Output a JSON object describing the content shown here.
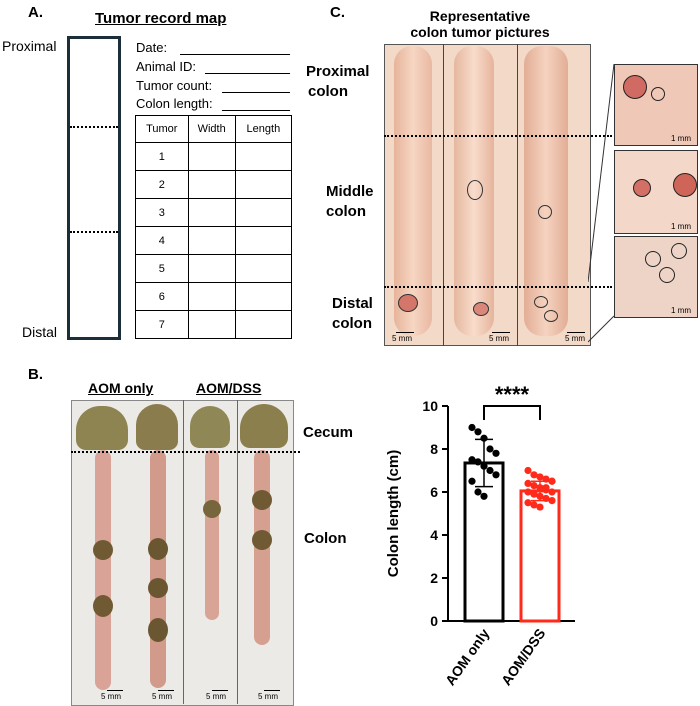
{
  "panelA": {
    "label": "A.",
    "title": "Tumor record map",
    "proximal": "Proximal",
    "distal": "Distal",
    "fields": [
      "Date:",
      "Animal ID:",
      "Tumor count:",
      "Colon length:"
    ],
    "table_headers": [
      "Tumor",
      "Width",
      "Length"
    ],
    "rows": [
      "1",
      "2",
      "3",
      "4",
      "5",
      "6",
      "7"
    ]
  },
  "panelB": {
    "label": "B.",
    "group1": "AOM only",
    "group2": "AOM/DSS",
    "cecum": "Cecum",
    "colon": "Colon",
    "scale": "5 mm"
  },
  "panelC": {
    "label": "C.",
    "title_line1": "Representative",
    "title_line2": "colon tumor pictures",
    "proximal": [
      "Proximal",
      "colon"
    ],
    "middle": [
      "Middle",
      "colon"
    ],
    "distal": [
      "Distal",
      "colon"
    ],
    "scale": "5 mm",
    "inset_scale": "1 mm"
  },
  "chart_data": {
    "type": "bar",
    "categories": [
      "AOM only",
      "AOM/DSS"
    ],
    "values": [
      7.35,
      6.05
    ],
    "errors": [
      1.1,
      0.45
    ],
    "ylabel": "Colon length (cm)",
    "ylim": [
      0,
      10
    ],
    "yticks": [
      "0",
      "2",
      "4",
      "6",
      "8",
      "10"
    ],
    "significance": "****",
    "colors": [
      "#000000",
      "#ff2a1a"
    ],
    "points": [
      [
        9.0,
        8.8,
        8.5,
        8.0,
        7.8,
        7.5,
        7.4,
        7.2,
        7.0,
        6.8,
        6.5,
        6.0,
        5.8
      ],
      [
        7.0,
        6.8,
        6.7,
        6.6,
        6.5,
        6.4,
        6.3,
        6.2,
        6.1,
        6.0,
        6.0,
        5.9,
        5.8,
        5.7,
        5.6,
        5.5,
        5.4,
        5.3,
        6.2,
        6.5
      ]
    ]
  }
}
